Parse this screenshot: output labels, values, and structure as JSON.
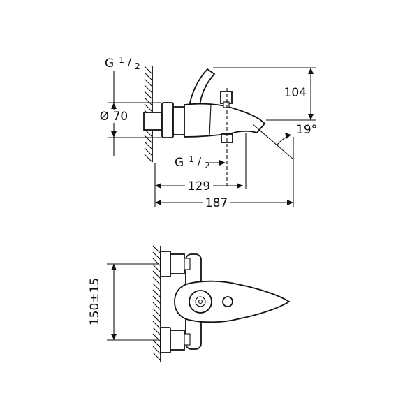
{
  "style": {
    "line_color": "#111111",
    "background_color": "#ffffff"
  },
  "side_view": {
    "thread_top": {
      "prefix": "G",
      "numerator": "1",
      "slash": "/",
      "denominator": "2"
    },
    "diameter": "Ø 70",
    "height": "104",
    "spout_angle": "19°",
    "thread_outlet": {
      "prefix": "G",
      "numerator": "1",
      "slash": "/",
      "denominator": "2"
    },
    "projection_outlet": "129",
    "projection_total": "187"
  },
  "plan_view": {
    "connection_distance": "150±15"
  }
}
